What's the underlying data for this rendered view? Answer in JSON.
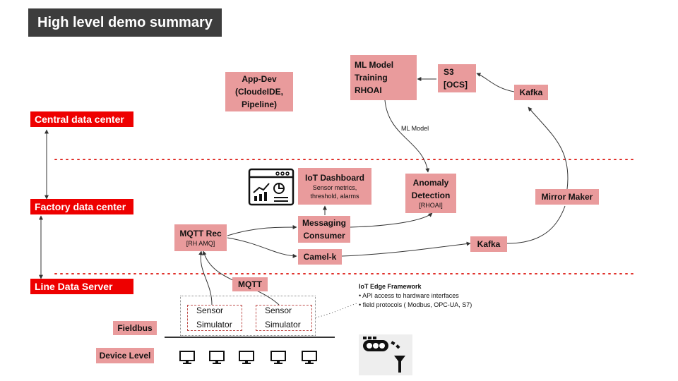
{
  "title": "High level demo summary",
  "tiers": {
    "central": "Central data center",
    "factory": "Factory data center",
    "line": "Line Data Server"
  },
  "boxes": {
    "appdev": [
      "App-Dev",
      "(CloudeIDE,",
      "Pipeline)"
    ],
    "ml_training": [
      "ML Model",
      "Training",
      "RHOAI"
    ],
    "s3": [
      "S3",
      "[OCS]"
    ],
    "kafka_central": "Kafka",
    "iot_dashboard": {
      "title": "IoT Dashboard",
      "sub": [
        "Sensor metrics,",
        "threshold, alarms"
      ]
    },
    "anomaly": {
      "title": [
        "Anomaly",
        "Detection"
      ],
      "sub": "[RHOAI]"
    },
    "mirror_maker": "Mirror Maker",
    "mqtt_rec": {
      "title": "MQTT Rec",
      "sub": "[RH AMQ]"
    },
    "messaging": [
      "Messaging",
      "Consumer"
    ],
    "camel": "Camel-k",
    "kafka_factory": "Kafka",
    "mqtt": "MQTT",
    "fieldbus": "Fieldbus",
    "device_level": "Device Level",
    "sensor1": [
      "Sensor",
      "Simulator"
    ],
    "sensor2": [
      "Sensor",
      "Simulator"
    ]
  },
  "edge_label": "ML Model",
  "iot_edge": {
    "title": "IoT Edge Framework",
    "items": [
      "• API access to hardware interfaces",
      "• field protocols ( Modbus, OPC-UA, S7)"
    ]
  },
  "icons": [
    "dashboard-icon",
    "monitor-icon",
    "conveyor-robot-icon"
  ],
  "colors": {
    "tier": "#ee0000",
    "box": "#e99b9c",
    "title_bg": "#3d3d3d",
    "divider": "#e0302a"
  }
}
